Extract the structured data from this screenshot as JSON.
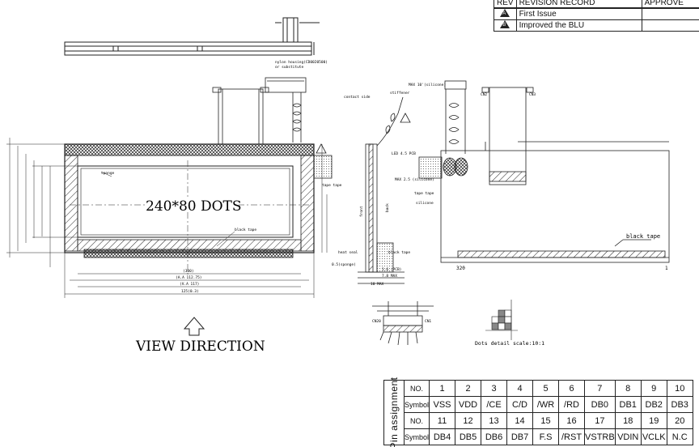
{
  "revision": {
    "header": {
      "rev": "REV",
      "record": "REVISION RECORD",
      "approved": "APPROVE"
    },
    "rows": [
      {
        "mark": "A",
        "text": "First Issue"
      },
      {
        "mark": "B",
        "text": "Improved the BLU"
      }
    ]
  },
  "front_view": {
    "display_label": "240*80 DOTS",
    "view_direction": "VIEW DIRECTION",
    "sponge": "sponge",
    "black_tape": "black tape",
    "tape_top": "tape tape",
    "ext_height": "(300)",
    "dim_overall": "(A.A 112.75)",
    "dim_va": "(V.A 117)",
    "dim_outline": "125(0.3)",
    "nylon_note": "nylon housing(CD0020500)",
    "nylon_sub": "or substitute"
  },
  "side_view": {
    "contact_side": "contact side",
    "stiffener": "stiffener",
    "max_silicone": "MAX 10'(silicone)",
    "led": "LED 4.5 PCB",
    "max_silicone2": "MAX 2.5 (silicone)",
    "front": "front",
    "back": "back",
    "heat_seal": "heat seal",
    "black_tape": "black tape",
    "sponge": "0.5(sponge)",
    "pcb": "1.6 (PCB)",
    "max_thick": "7.8 MAX",
    "max_total": "10 MAX"
  },
  "rear_view": {
    "black_tape": "black tape",
    "pin_left": "320",
    "pin_right": "1",
    "silicone": "silicone",
    "tape": "tape tape",
    "cn_left": "CN2",
    "cn_right": "CN3"
  },
  "detail": {
    "caption": "Dots detail scale:10:1",
    "cn_left": "CN20",
    "cn_right": "CN1"
  },
  "pin_table": {
    "side_label": "Pin assignment",
    "no_label": "NO.",
    "symbol_label": "Symbol",
    "row1_no": [
      "1",
      "2",
      "3",
      "4",
      "5",
      "6",
      "7",
      "8",
      "9",
      "10"
    ],
    "row1_sym": [
      "VSS",
      "VDD",
      "/CE",
      "C/D",
      "/WR",
      "/RD",
      "DB0",
      "DB1",
      "DB2",
      "DB3"
    ],
    "row2_no": [
      "11",
      "12",
      "13",
      "14",
      "15",
      "16",
      "17",
      "18",
      "19",
      "20"
    ],
    "row2_sym": [
      "DB4",
      "DB5",
      "DB6",
      "DB7",
      "F.S",
      "/RST",
      "VSTRB",
      "VDIN",
      "VCLK",
      "N.C"
    ]
  }
}
